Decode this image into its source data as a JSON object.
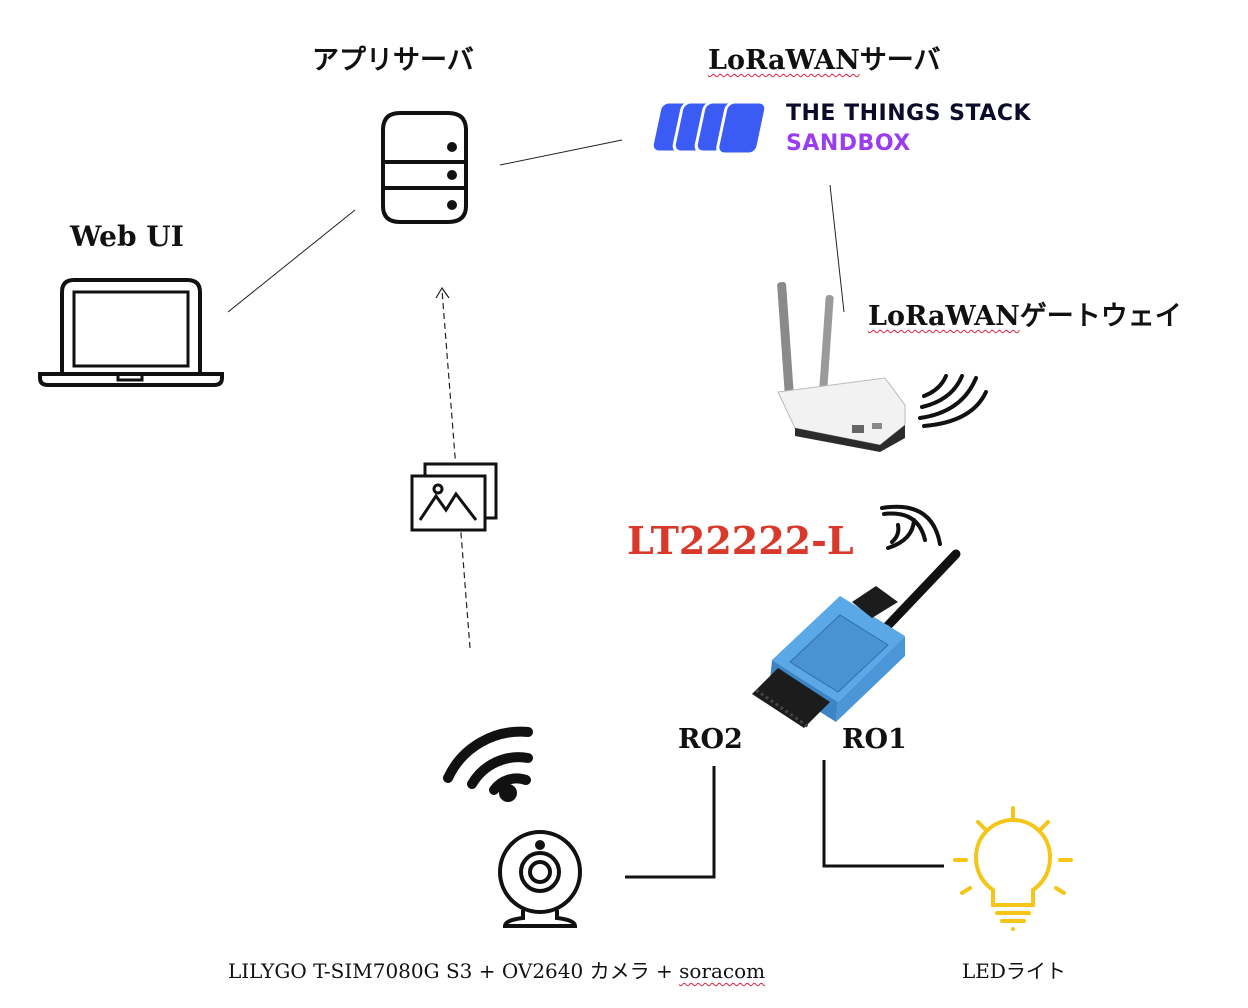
{
  "labels": {
    "app_server": "アプリサーバ",
    "lorawan_server_prefix": "LoRaWAN",
    "lorawan_server_suffix": "サーバ",
    "web_ui": "Web UI",
    "gateway_prefix": "LoRaWAN",
    "gateway_suffix": "ゲートウェイ",
    "device": "LT22222-L",
    "ro2": "RO2",
    "ro1": "RO1",
    "camera_prefix": "LILYGO T-SIM7080G S3 + OV2640 カメラ + ",
    "camera_suffix": "soracom",
    "led": "LEDライト"
  },
  "logo": {
    "line1": "THE THINGS STACK",
    "line2": "SANDBOX"
  },
  "colors": {
    "device_label": "#d9392b",
    "logo_blue": "#3b5bf5",
    "logo_purple": "#9b3cf0",
    "bulb": "#f5c518",
    "device_body": "#5aa8e6"
  },
  "icons": [
    "server-icon",
    "laptop-icon",
    "gateway-router-icon",
    "lora-device-icon",
    "camera-icon",
    "light-bulb-icon",
    "image-icon",
    "wifi-icon",
    "radio-wave-icon"
  ]
}
